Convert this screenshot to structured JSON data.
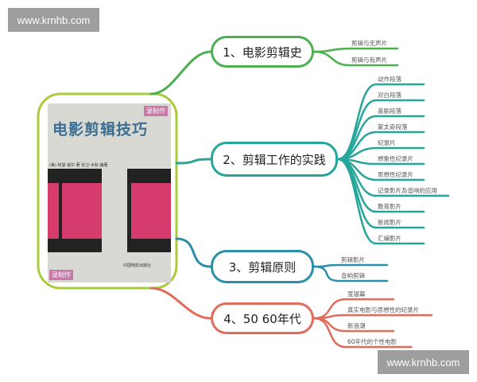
{
  "watermarks": {
    "top_left": "www.krnhb.com",
    "bottom_right": "www.krnhb.com"
  },
  "root": {
    "border_color": "#a8cc3c",
    "book": {
      "title": "电影剪辑技巧",
      "tag_top": "录制作",
      "tag_bottom": "录制作",
      "author": "(美) 阿瑟·谢尔 著  张卫·木秋 编著",
      "publisher": "中国电影出版社"
    }
  },
  "branches": [
    {
      "label": "1、电影剪辑史",
      "color": "#4caf50",
      "leaves": [
        "剪辑与无声片",
        "剪辑与有声片"
      ]
    },
    {
      "label": "2、剪辑工作的实践",
      "color": "#26a69a",
      "leaves": [
        "动作段落",
        "对白段落",
        "喜剧段落",
        "蒙太奇段落",
        "纪录片",
        "想象性纪录片",
        "思想性纪录片",
        "记录影片及音响的应用",
        "教育影片",
        "新闻影片",
        "汇编影片"
      ]
    },
    {
      "label": "3、剪辑原则",
      "color": "#2a8fa8",
      "leaves": [
        "剪辑影片",
        "音响剪辑"
      ]
    },
    {
      "label": "4、50 60年代",
      "color": "#e06c5c",
      "leaves": [
        "宽银幕",
        "真实电影与思想性的纪录片",
        "新浪潮",
        "60年代的个性电影"
      ]
    }
  ]
}
